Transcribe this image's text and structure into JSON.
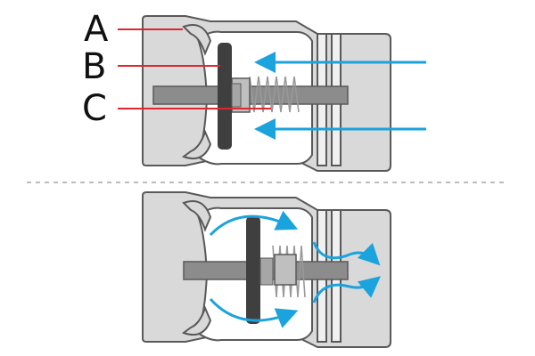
{
  "labels": {
    "a": "A",
    "b": "B",
    "c": "C"
  },
  "colors": {
    "background": "#ffffff",
    "housing": "#d9d9d9",
    "outline": "#595959",
    "stem": "#8c8c8c",
    "disc": "#3f3f3f",
    "spring": "#999999",
    "flow_arrow": "#1aa3dc",
    "leader_line": "#e0262f",
    "divider": "#a6a6a6"
  },
  "icons": {
    "flow": "arrow-right-icon",
    "return_flow": "arrow-left-icon"
  }
}
